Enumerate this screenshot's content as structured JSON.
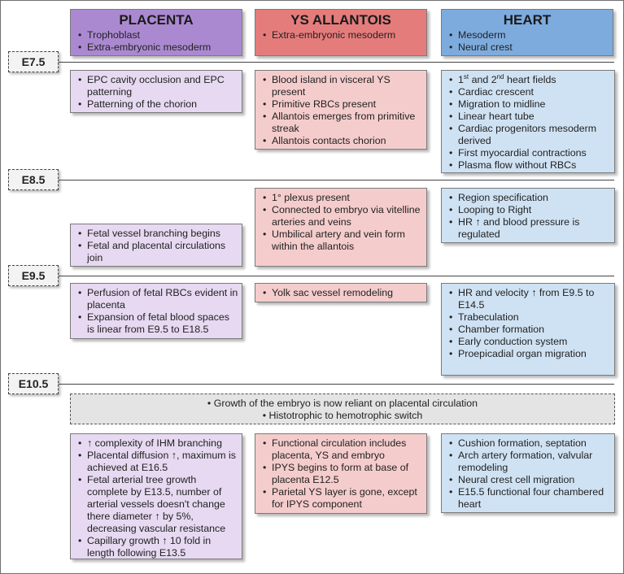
{
  "columns": {
    "placenta": {
      "title": "PLACENTA",
      "items": [
        "Trophoblast",
        "Extra-embryonic mesoderm"
      ]
    },
    "ys": {
      "title": "YS ALLANTOIS",
      "items": [
        "Extra-embryonic mesoderm"
      ]
    },
    "heart": {
      "title": "HEART",
      "items": [
        "Mesoderm",
        "Neural crest"
      ]
    }
  },
  "stages": [
    "E7.5",
    "E8.5",
    "E9.5",
    "E10.5"
  ],
  "e75": {
    "placenta": [
      "EPC  cavity occlusion and EPC patterning",
      "Patterning of the chorion"
    ],
    "ys": [
      "Blood island in visceral YS present",
      "Primitive RBCs present",
      "Allantois emerges from primitive streak",
      "Allantois contacts chorion"
    ],
    "heart": {
      "first_pre": "1",
      "first_sup1": "st",
      "first_mid": " and 2",
      "first_sup2": "nd",
      "first_post": " heart fields",
      "rest": [
        "Cardiac crescent",
        "Migration to midline",
        "Linear heart tube",
        "Cardiac progenitors mesoderm derived",
        "First myocardial contractions",
        "Plasma flow without RBCs"
      ]
    }
  },
  "e85": {
    "placenta": [
      "Fetal vessel branching begins",
      "Fetal and placental circulations join"
    ],
    "ys": [
      "1° plexus present",
      "Connected to embryo via vitelline arteries and veins",
      "Umbilical artery and vein form within the allantois"
    ],
    "heart": [
      "Region specification",
      "Looping to Right",
      "HR ↑ and blood pressure is regulated"
    ]
  },
  "e95": {
    "placenta": [
      "Perfusion of fetal RBCs evident in placenta",
      "Expansion of fetal blood spaces is linear from E9.5 to E18.5"
    ],
    "ys": [
      "Yolk sac vessel remodeling"
    ],
    "heart": [
      "HR and velocity ↑ from E9.5 to E14.5",
      "Trabeculation",
      "Chamber formation",
      "Early conduction system",
      "Proepicadial organ migration"
    ]
  },
  "banner": {
    "line1": "Growth of the embryo is now reliant on placental circulation",
    "line2": "Histotrophic to hemotrophic switch"
  },
  "e105": {
    "placenta": [
      "↑ complexity of IHM branching",
      "Placental diffusion ↑, maximum is achieved at E16.5",
      "Fetal arterial tree growth complete by E13.5, number of arterial vessels doesn't change there diameter ↑ by 5%, decreasing vascular resistance",
      "Capillary growth ↑ 10 fold in length following E13.5"
    ],
    "ys": [
      "Functional circulation includes placenta, YS and embryo",
      "IPYS begins to form at base of placenta E12.5",
      "Parietal YS layer is gone, except for IPYS component"
    ],
    "heart": [
      "Cushion formation, septation",
      "Arch artery formation, valvular remodeling",
      "Neural crest cell migration",
      "E15.5 functional four chambered heart"
    ]
  }
}
